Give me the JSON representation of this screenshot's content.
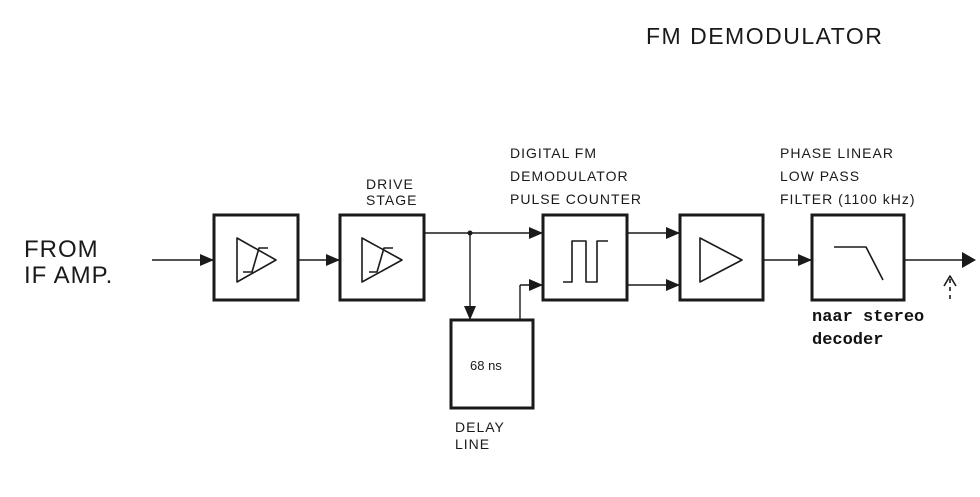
{
  "title": "FM DEMODULATOR",
  "input_label": {
    "line1": "FROM",
    "line2": "IF AMP."
  },
  "drive_stage_label": {
    "line1": "DRIVE",
    "line2": "STAGE"
  },
  "pulse_counter_label": {
    "line1": "DIGITAL FM",
    "line2": "DEMODULATOR",
    "line3": "PULSE COUNTER"
  },
  "filter_label": {
    "line1": "PHASE LINEAR",
    "line2": "LOW PASS",
    "line3": "FILTER (1100 kHz)"
  },
  "delay_box_value": "68 ns",
  "delay_label": {
    "line1": "DELAY",
    "line2": "LINE"
  },
  "annotation": {
    "line1": "naar stereo",
    "line2": "decoder"
  },
  "icons": [
    "limiter-amplifier-icon",
    "amplifier-icon",
    "square-wave-icon",
    "low-pass-filter-icon"
  ]
}
